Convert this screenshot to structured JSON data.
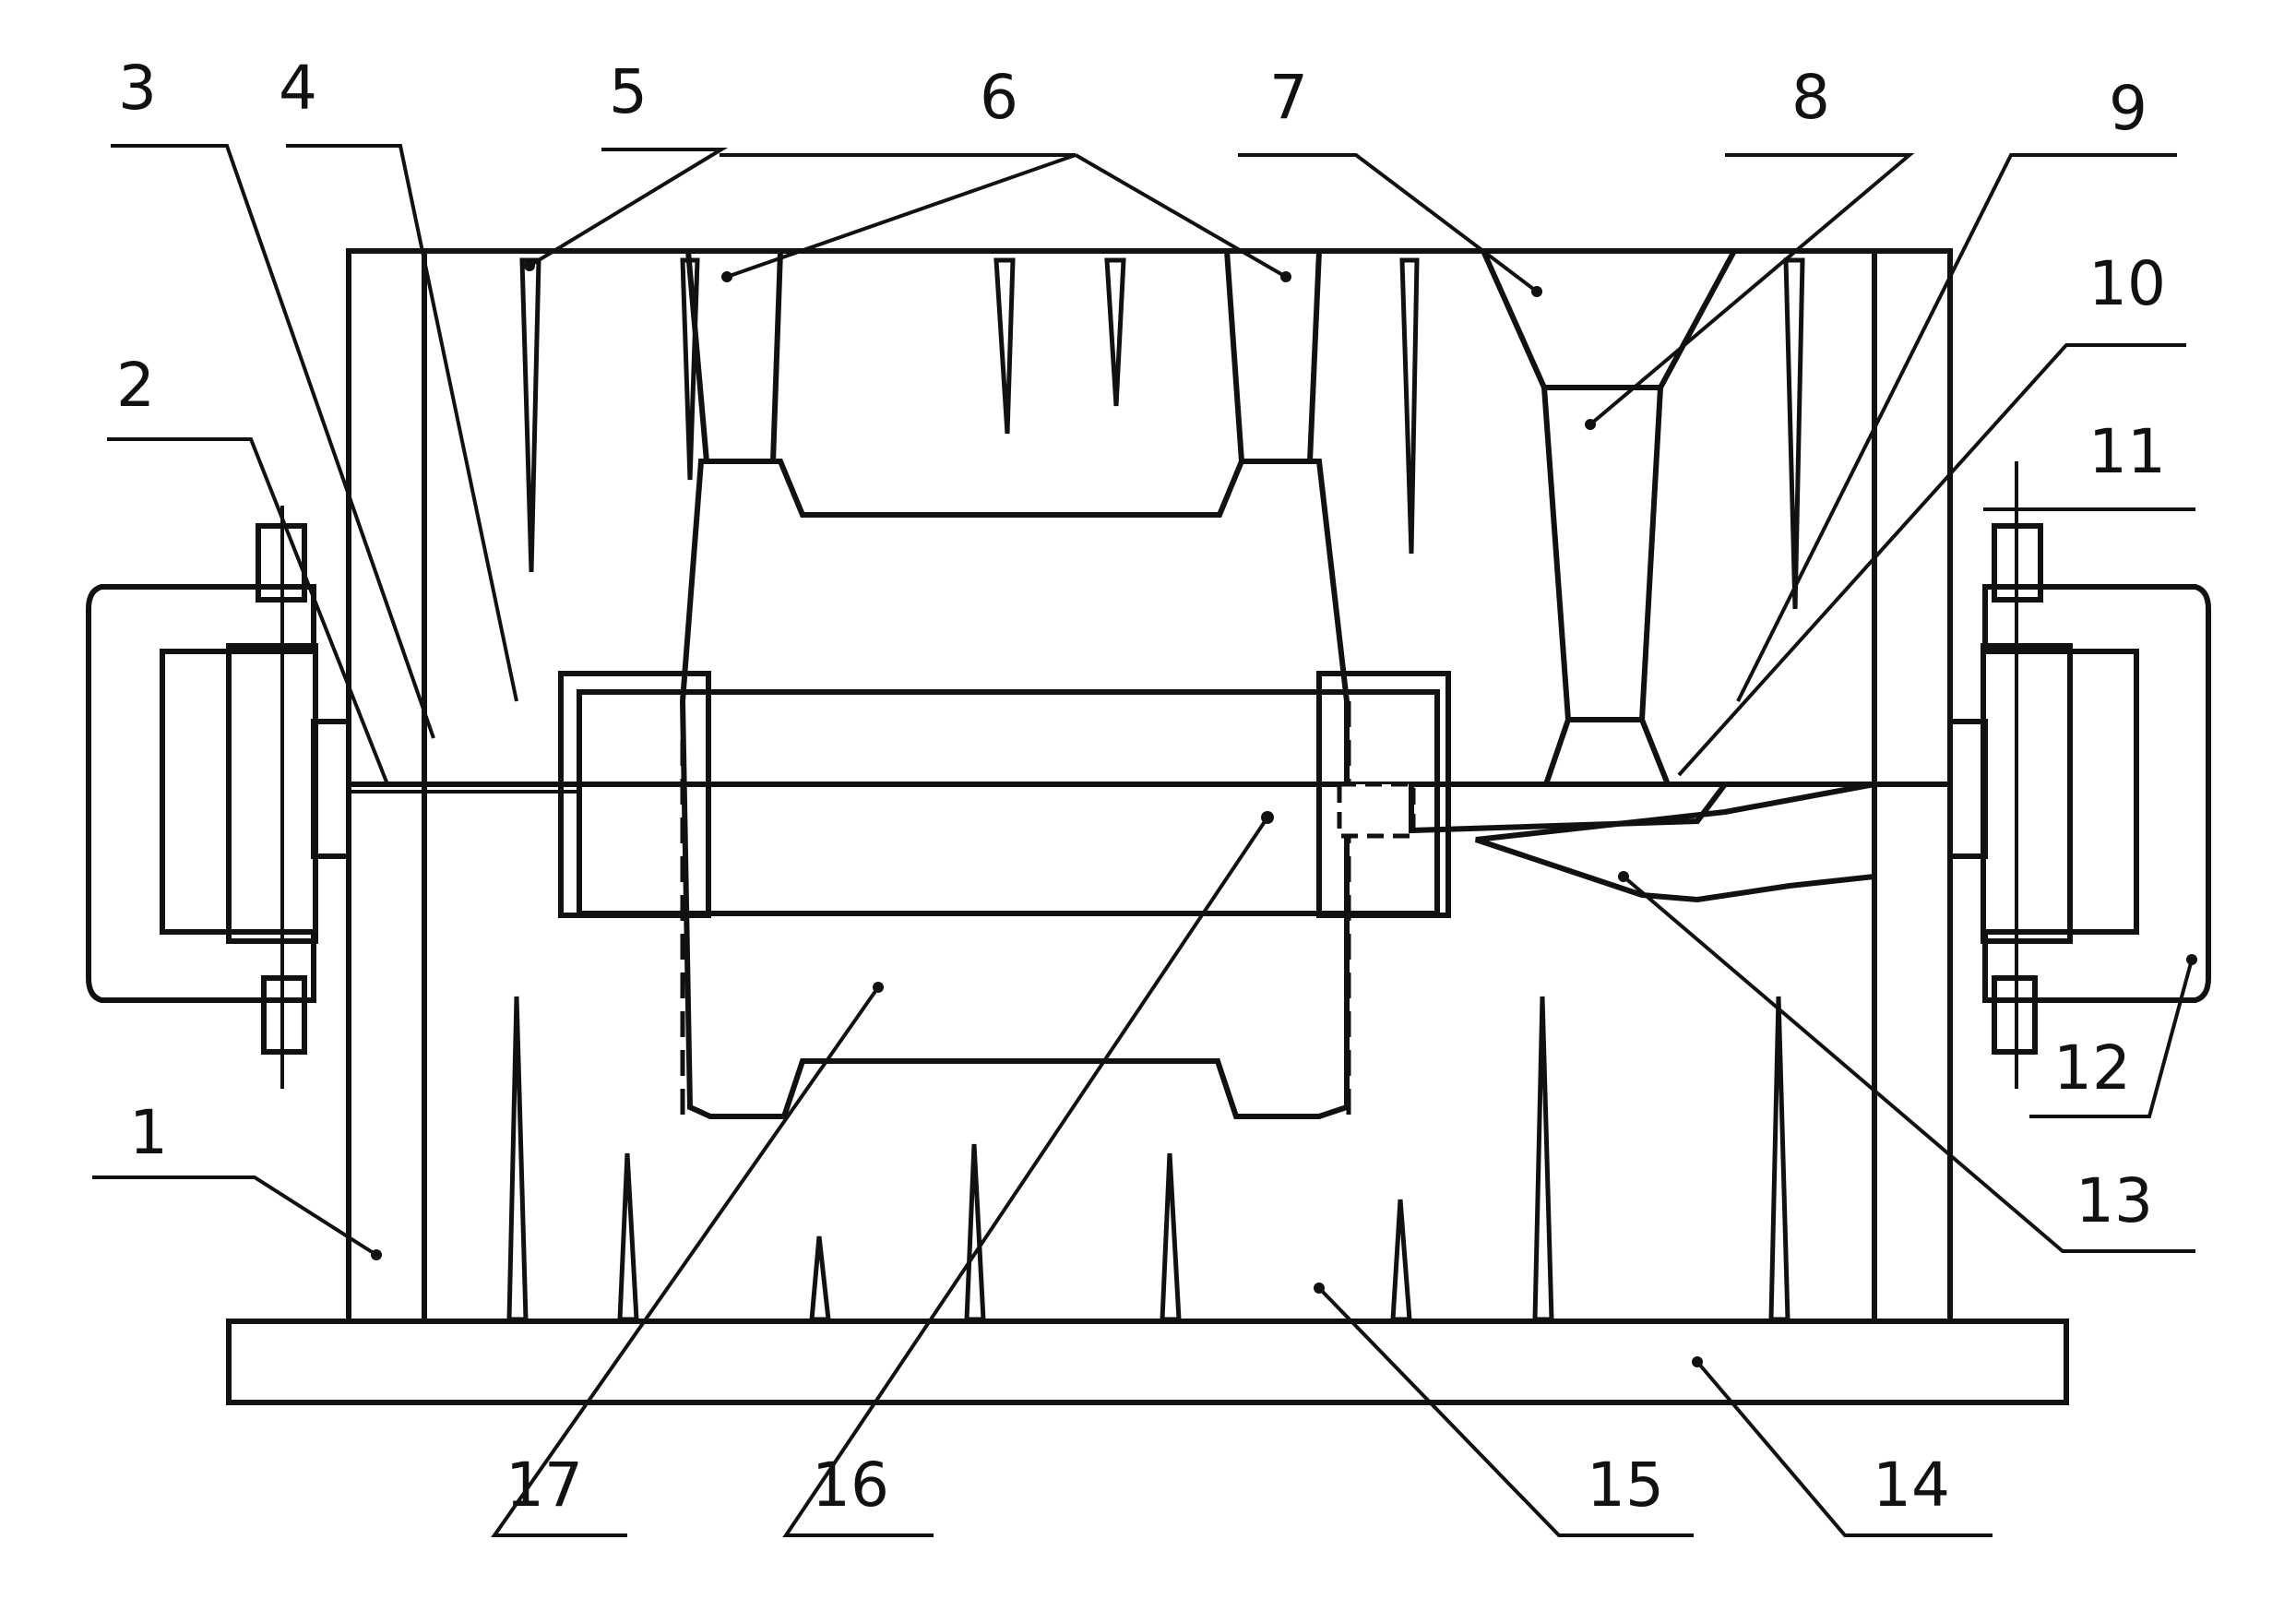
{
  "labels": {
    "1": "1",
    "2": "2",
    "3": "3",
    "4": "4",
    "5": "5",
    "6": "6",
    "7": "7",
    "8": "8",
    "9": "9",
    "10": "10",
    "11": "11",
    "12": "12",
    "13": "13",
    "14": "14",
    "15": "15",
    "16": "16",
    "17": "17"
  }
}
